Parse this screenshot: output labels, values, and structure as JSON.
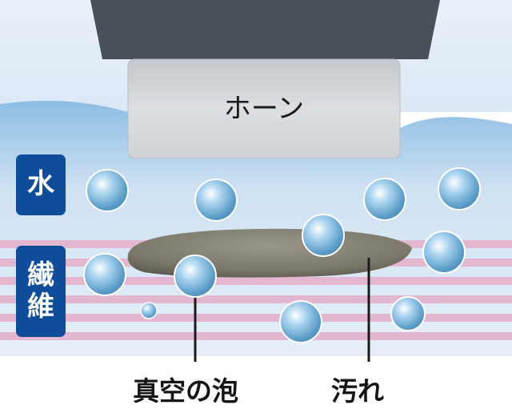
{
  "horn": {
    "label": "ホーン"
  },
  "side_labels": {
    "water": "水",
    "fiber": "繊維"
  },
  "callouts": {
    "bubble": "真空の泡",
    "dirt": "汚れ"
  },
  "colors": {
    "horn_top": "#4a5057",
    "horn_body": "#d9dbe0",
    "water": "#8fbfe4",
    "fiber_stripe": "#e2b7cf",
    "dirt": "#7f7b6e",
    "label_box": "#0f4d9a",
    "bubble": "#6fb0d8"
  }
}
